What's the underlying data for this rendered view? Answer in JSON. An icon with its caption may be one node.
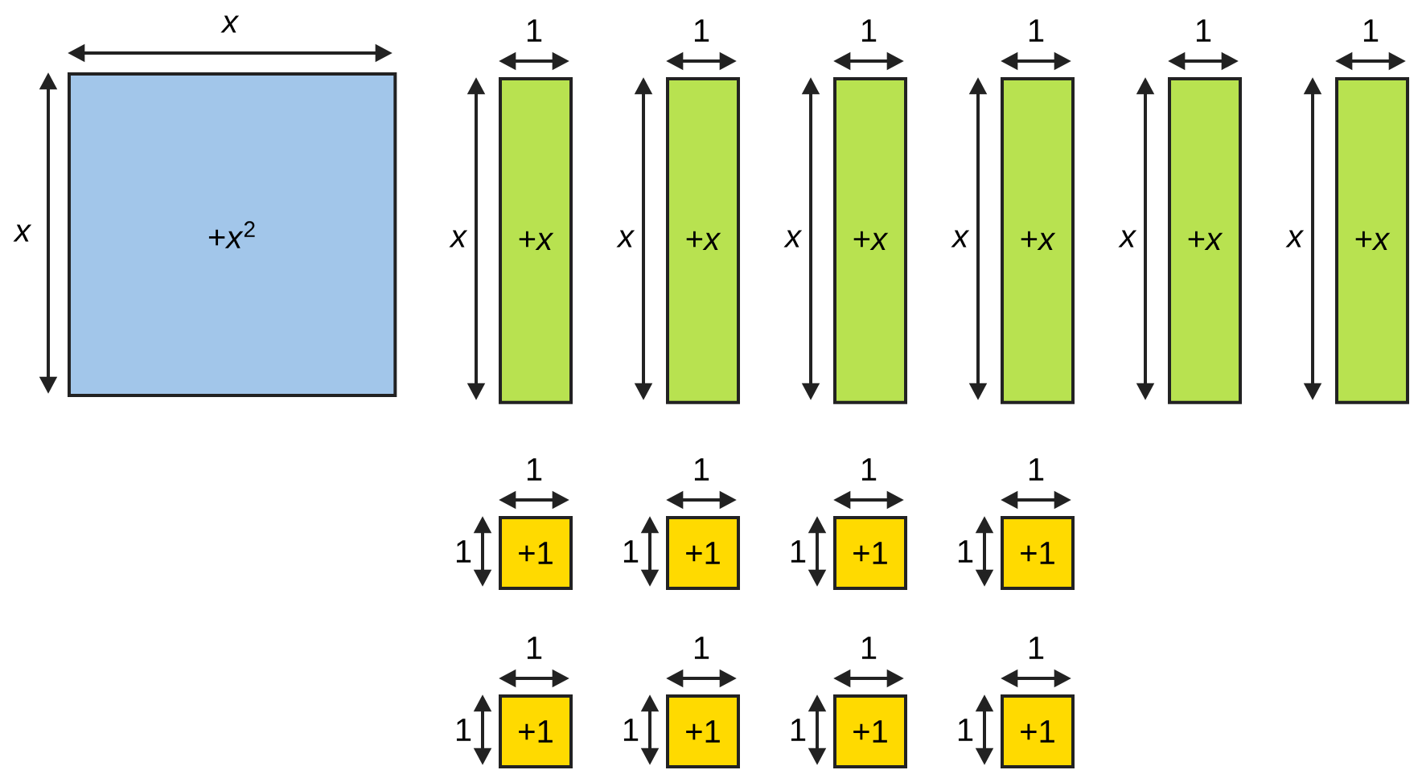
{
  "diagram": {
    "nodes": [
      {
        "text": [
          "+*x*$^{2}$"
        ]
      },
      {
        "text": [
          "+*x*"
        ]
      },
      {
        "text": [
          "+*x*"
        ]
      },
      {
        "text": [
          "+*x*"
        ]
      },
      {
        "text": [
          "+*x*"
        ]
      },
      {
        "text": [
          "+*x*"
        ]
      },
      {
        "text": [
          "+*x*"
        ]
      },
      {
        "text": [
          "+1"
        ]
      },
      {
        "text": [
          "+1"
        ]
      },
      {
        "text": [
          "+1"
        ]
      },
      {
        "text": [
          "+1"
        ]
      },
      {
        "text": [
          "+1"
        ]
      },
      {
        "text": [
          "+1"
        ]
      },
      {
        "text": [
          "+1"
        ]
      },
      {
        "text": [
          "+1"
        ]
      }
    ],
    "labels": [
      "x",
      "x",
      "1",
      "x",
      "1",
      "x",
      "1",
      "x",
      "1",
      "x",
      "1",
      "x",
      "1",
      "x",
      "1",
      "1",
      "1",
      "1",
      "1",
      "1",
      "1",
      "1",
      "1",
      "1",
      "1",
      "1",
      "1",
      "1",
      "1",
      "1"
    ]
  }
}
